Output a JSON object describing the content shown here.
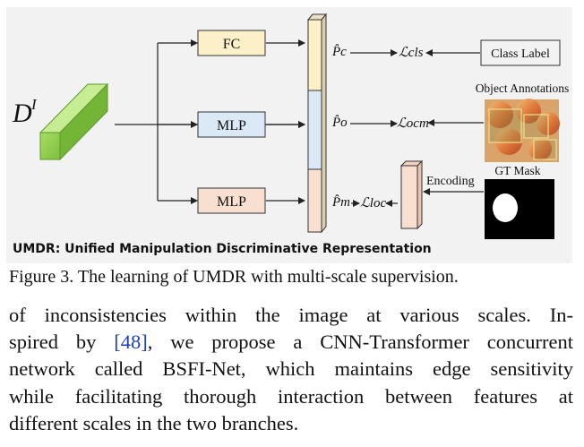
{
  "figure": {
    "input_label": "D",
    "input_superscript": "I",
    "heads": {
      "fc": "FC",
      "mlp_top": "MLP",
      "mlp_bottom": "MLP"
    },
    "predictions": {
      "pc": "P̂c",
      "po": "P̂o",
      "pm": "P̂m"
    },
    "losses": {
      "cls": "ℒcls",
      "ocm": "ℒocm",
      "loc": "ℒloc"
    },
    "class_label": "Class Label",
    "object_annotations": "Object Annotations",
    "gt_mask": "GT Mask",
    "encoding": "Encoding",
    "umdr_caption": "UMDR: Unified Manipulation Discriminative Representation"
  },
  "caption": "Figure 3. The learning of UMDR with multi-scale supervision.",
  "body": {
    "line1": "of inconsistencies within the image at various scales. In-",
    "line2_a": "spired by ",
    "line2_cite": "[48]",
    "line2_b": ", we propose a CNN-Transformer concurrent",
    "line3": "network called BSFI-Net, which maintains edge sensitivity",
    "line4": "while facilitating thorough interaction between features at",
    "line5": "different scales in the two branches."
  },
  "colors": {
    "panel_bg": "#f2f2f2",
    "fc_fill": "#fbf0c8",
    "mlp_fill": "#dbe8f5",
    "mlp2_fill": "#f9dfcf",
    "cube_green": "#9ed35a",
    "citation_blue": "#1f3fb3"
  }
}
